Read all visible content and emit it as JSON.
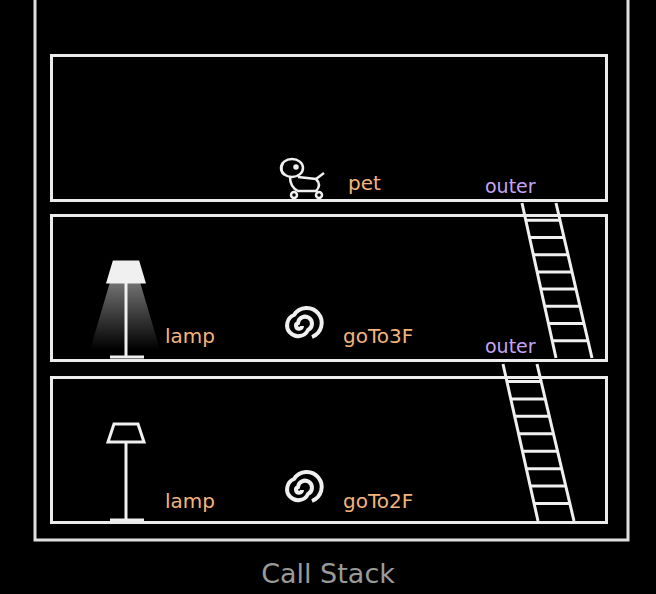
{
  "diagram": {
    "caption": "Call Stack",
    "nodes": [
      {
        "text": [
          "pet",
          "outer"
        ]
      },
      {
        "text": [
          "lamp",
          "goTo3F",
          "outer"
        ]
      },
      {
        "text": [
          "lamp",
          "goTo2F"
        ]
      }
    ]
  }
}
